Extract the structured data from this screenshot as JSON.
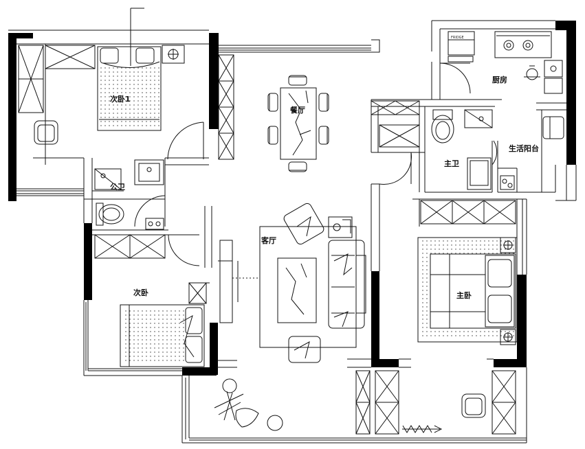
{
  "floor_plan": {
    "rooms": {
      "secondary_bedroom_1": "次卧1",
      "dining_room": "餐厅",
      "kitchen": "厨房",
      "master_bath": "主卫",
      "service_balcony": "生活阳台",
      "public_bath": "公卫",
      "living_room": "客厅",
      "secondary_bedroom": "次卧",
      "master_bedroom": "主卧"
    },
    "appliance_labels": {
      "fridge": "FRIDGE"
    },
    "colors": {
      "wall_fill": "#000000",
      "line": "#111111",
      "background": "#ffffff"
    }
  }
}
